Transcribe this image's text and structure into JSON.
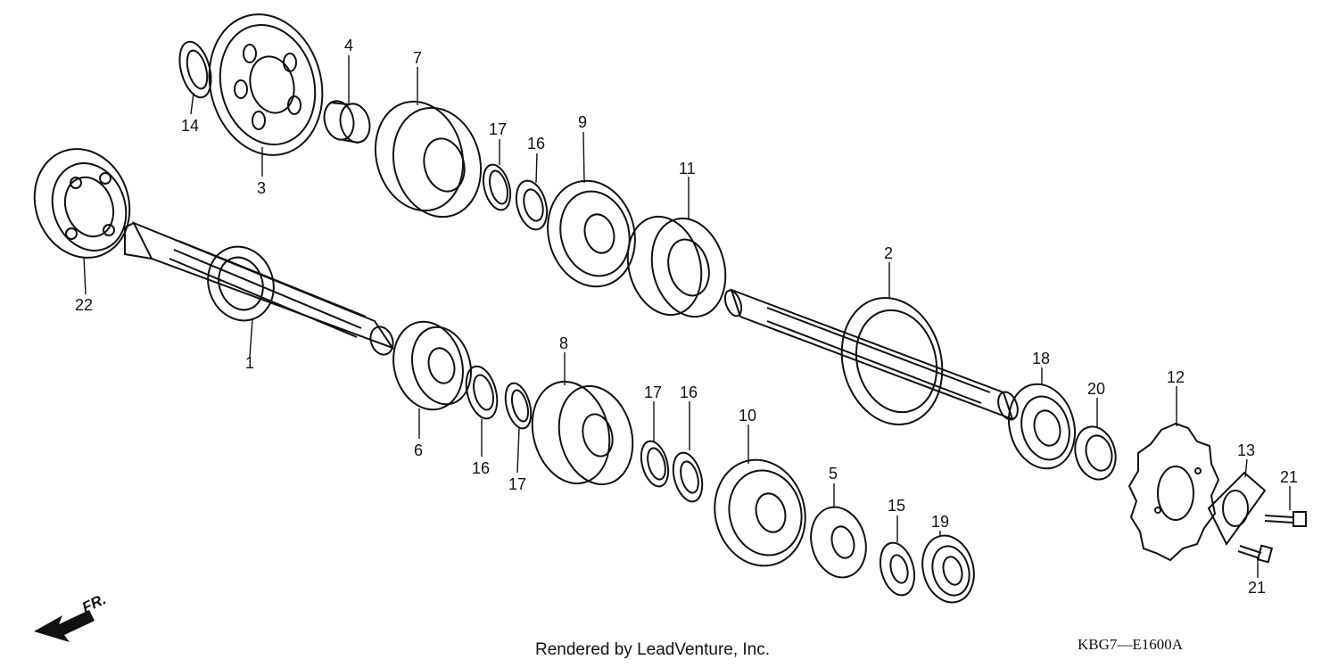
{
  "diagram": {
    "callouts": [
      {
        "id": "c22",
        "text": "22"
      },
      {
        "id": "c14",
        "text": "14"
      },
      {
        "id": "c3",
        "text": "3"
      },
      {
        "id": "c4",
        "text": "4"
      },
      {
        "id": "c7",
        "text": "7"
      },
      {
        "id": "c17a",
        "text": "17"
      },
      {
        "id": "c16a",
        "text": "16"
      },
      {
        "id": "c9",
        "text": "9"
      },
      {
        "id": "c11",
        "text": "11"
      },
      {
        "id": "c1",
        "text": "1"
      },
      {
        "id": "c6",
        "text": "6"
      },
      {
        "id": "c16b",
        "text": "16"
      },
      {
        "id": "c17b",
        "text": "17"
      },
      {
        "id": "c8",
        "text": "8"
      },
      {
        "id": "c17c",
        "text": "17"
      },
      {
        "id": "c16c",
        "text": "16"
      },
      {
        "id": "c10",
        "text": "10"
      },
      {
        "id": "c5",
        "text": "5"
      },
      {
        "id": "c15",
        "text": "15"
      },
      {
        "id": "c19",
        "text": "19"
      },
      {
        "id": "c2",
        "text": "2"
      },
      {
        "id": "c18",
        "text": "18"
      },
      {
        "id": "c20",
        "text": "20"
      },
      {
        "id": "c12",
        "text": "12"
      },
      {
        "id": "c13",
        "text": "13"
      },
      {
        "id": "c21a",
        "text": "21"
      },
      {
        "id": "c21b",
        "text": "21"
      }
    ],
    "direction_label": "FR.",
    "footer_credit": "Rendered by LeadVenture, Inc.",
    "diagram_code": "KBG7—E1600A"
  }
}
